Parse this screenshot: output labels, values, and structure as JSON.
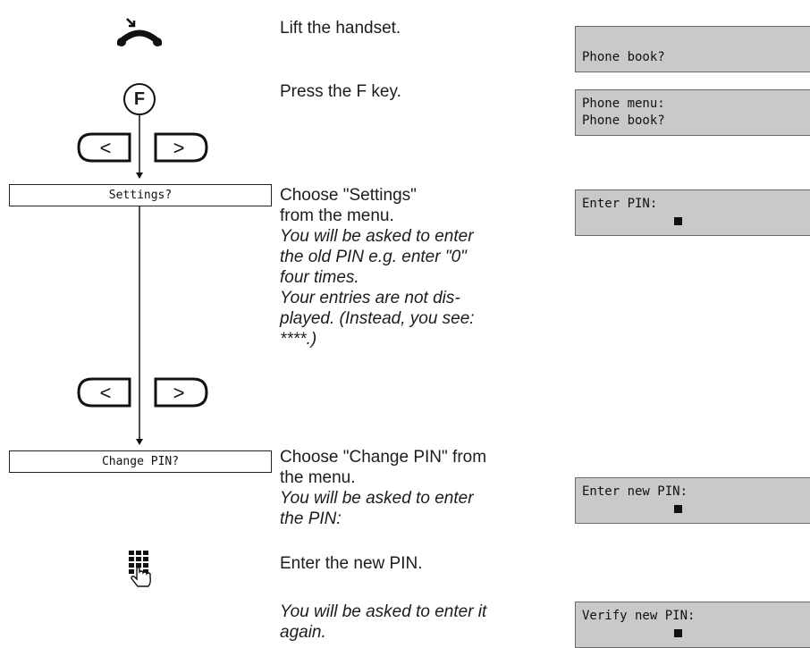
{
  "steps": [
    {
      "text": "Lift the handset."
    },
    {
      "text": "Press the F key."
    },
    {
      "text": "Choose \"Settings\"",
      "text2": "from the menu.",
      "note_lines": [
        "You will be asked to enter",
        "the old PIN e.g. enter \"0\"",
        "four times.",
        "Your entries are not dis-",
        "played. (Instead, you see:",
        "****.)"
      ]
    },
    {
      "text": "Choose \"Change PIN\" from",
      "text2": "the menu.",
      "note_lines": [
        "You will be asked to enter",
        "the PIN:"
      ]
    },
    {
      "text": "Enter the new PIN."
    },
    {
      "note_lines": [
        "You will be asked to enter it",
        "again."
      ]
    }
  ],
  "f_key_label": "F",
  "arrow_keys": {
    "left": "<",
    "right": ">"
  },
  "menu_items": {
    "settings": "Settings?",
    "change_pin": "Change PIN?"
  },
  "displays": [
    {
      "line1": "",
      "line2": "Phone book?"
    },
    {
      "line1": "Phone menu:",
      "line2": "Phone book?"
    },
    {
      "line1": "Enter PIN:"
    },
    {
      "line1": "Enter new PIN:"
    },
    {
      "line1": "Verify new PIN:"
    }
  ],
  "icons": {
    "handset": "handset-lift-icon",
    "keypad": "keypad-icon"
  }
}
